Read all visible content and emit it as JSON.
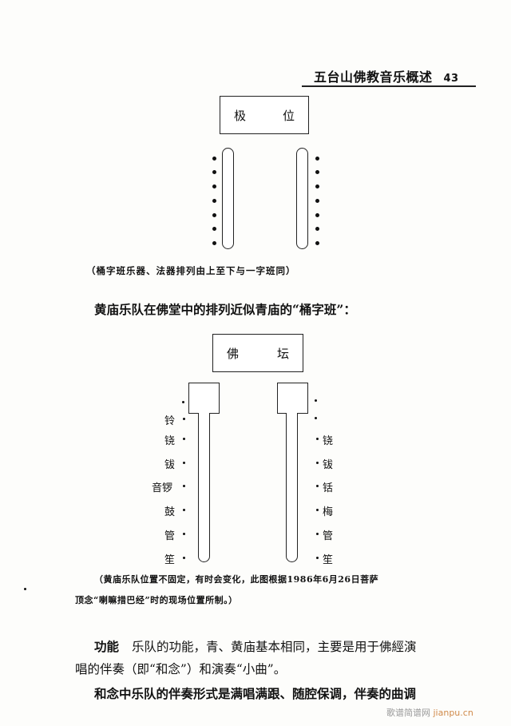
{
  "header": {
    "title": "五台山佛教音乐概述",
    "page_number": "43"
  },
  "diagram1": {
    "box_label_left": "极",
    "box_label_right": "位",
    "left_dot_count": 7,
    "right_dot_count": 7,
    "caption": "（桶字班乐器、法器排列由上至下与一字班同）"
  },
  "intro_sentence": "黄庙乐队在佛堂中的排列近似青庙的“桶字班”：",
  "diagram2": {
    "box_label_left": "佛",
    "box_label_right": "坛",
    "left_labels": [
      "铃",
      "铙",
      "钹",
      "音锣",
      "鼓",
      "管",
      "笙"
    ],
    "right_labels": [
      "铙",
      "钹",
      "铦",
      "梅",
      "管",
      "笙"
    ],
    "caption_line1": "（黄庙乐队位置不固定，有时会变化，此图根据1986年6月26日菩萨",
    "caption_line2": "顶念“喇嘛措巴经”时的现场位置所制。）"
  },
  "paragraph": {
    "heading": "功能",
    "line1": "乐队的功能，青、黄庙基本相同，主要是用于佛經演",
    "line2": "唱的伴奏（即“和念”）和演奏“小曲”。",
    "line3": "和念中乐队的伴奏形式是满唱满跟、随腔保调，伴奏的曲调"
  },
  "watermark": {
    "cn": "歌谱简谱网",
    "en": "jianpu.cn"
  }
}
